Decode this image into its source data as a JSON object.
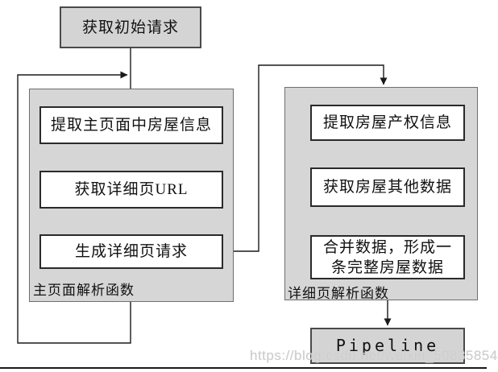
{
  "flow": {
    "start": {
      "label": "获取初始请求"
    },
    "left_group": {
      "label": "主页面解析函数",
      "steps": [
        "提取主页面中房屋信息",
        "获取详细页URL",
        "生成详细页请求"
      ]
    },
    "right_group": {
      "label": "详细页解析函数",
      "steps": [
        "提取房屋产权信息",
        "获取房屋其他数据",
        "合并数据，形成一\n条完整房屋数据"
      ]
    },
    "pipeline": {
      "label": "Pipeline"
    },
    "watermark": "https://blog.csdn.net/weixin_50835854",
    "colors": {
      "node_fill": "#d4d4d4",
      "container_fill": "#d6d6d6",
      "inner_fill": "#ffffff",
      "line": "#1a1a1a",
      "watermark": "#cccccc"
    }
  }
}
